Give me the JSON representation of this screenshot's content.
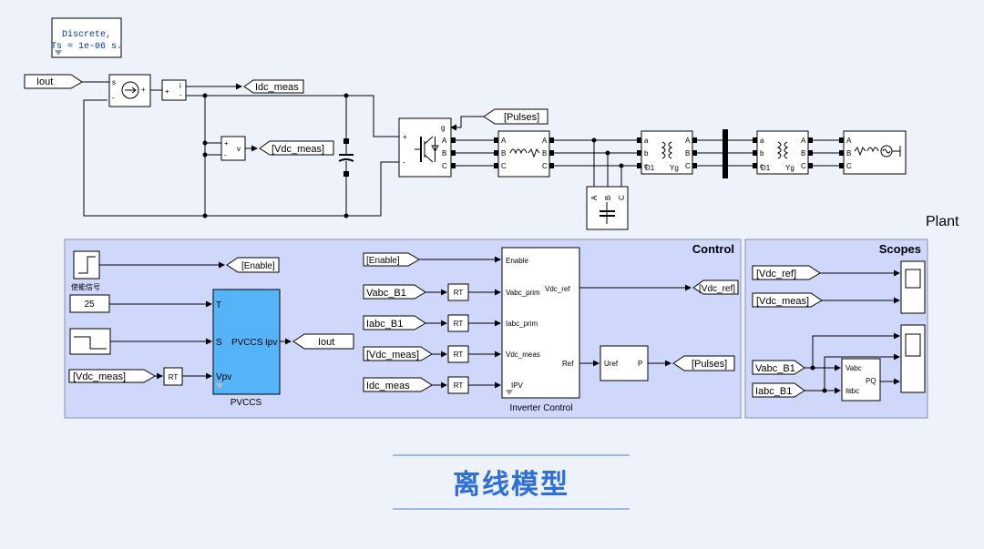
{
  "powergui": {
    "line1": "Discrete,",
    "line2": "Ts = 1e-06 s."
  },
  "plant": {
    "title": "Plant",
    "iout_from": "Iout",
    "idc_meas_goto": "Idc_meas",
    "vdc_meas_goto": "[Vdc_meas]",
    "pulses_from": "[Pulses]",
    "current_source_ports": {
      "s": "s",
      "plus": "+",
      "minus": "-"
    },
    "current_meas_ports": {
      "plus": "+",
      "minus": "-",
      "i": "i"
    },
    "voltage_meas_ports": {
      "plus": "+",
      "minus": "-",
      "v": "v"
    },
    "inverter_ports": {
      "g": "g",
      "a": "A",
      "b": "B",
      "c": "C",
      "plus": "+",
      "minus": "-"
    },
    "phase_labels": [
      "A",
      "B",
      "C"
    ],
    "phase_labels_lower": [
      "a",
      "b",
      "c"
    ],
    "transformer_labels": [
      "D1",
      "Yg"
    ]
  },
  "control": {
    "title": "Control",
    "enable_label": "使能信号",
    "enable_goto": "[Enable]",
    "const_value": "25",
    "vdc_meas_from": "[Vdc_meas]",
    "rt": "RT",
    "iout_goto": "Iout",
    "pvccs": {
      "name": "PVCCS",
      "port_t": "T",
      "port_s": "S",
      "port_vpv": "Vpv",
      "inner": "PVCCS",
      "out": "Ipv"
    },
    "enable_from": "[Enable]",
    "vabc_from": "Vabc_B1",
    "iabc_from": "Iabc_B1",
    "vdc_from2": "[Vdc_meas]",
    "idc_from": "Idc_meas",
    "inv_ctrl": {
      "name": "Inverter Control",
      "in_enable": "Enable",
      "in_vabc": "Vabc_prim",
      "in_iabc": "Iabc_prim",
      "in_vdc": "Vdc_meas",
      "in_ipv": "IPV",
      "out_vdcref": "Vdc_ref",
      "out_ref": "Ref"
    },
    "vdcref_goto": "[Vdc_ref]",
    "uref": {
      "in": "Uref",
      "out": "P"
    },
    "pulses_goto": "[Pulses]"
  },
  "scopes": {
    "title": "Scopes",
    "vdcref_from": "[Vdc_ref]",
    "vdcmeas_from": "[Vdc_meas]",
    "vabc_from": "Vabc_B1",
    "iabc_from": "Iabc_B1",
    "pq": {
      "in1": "Vabc",
      "in2": "Iabc",
      "out": "PQ"
    }
  },
  "footer": {
    "title": "离线模型"
  }
}
